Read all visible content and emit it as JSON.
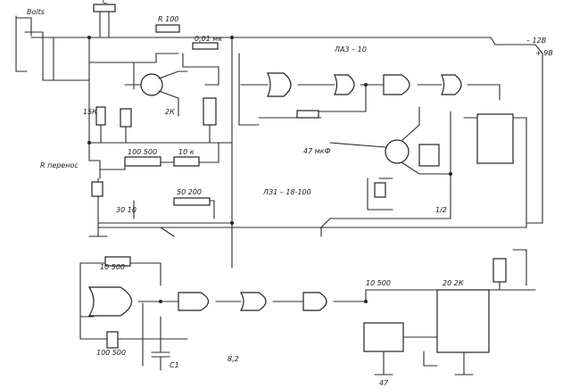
{
  "labels": {
    "top_left": "Bolts",
    "top_cap": "C",
    "r_top": "R 100",
    "r_top2": "0,01 мк",
    "ic_top": "ЛА3 – 10",
    "out_right": "– 12В",
    "out_right2": "+ 9В",
    "r_mid1": "15К",
    "r_mid2": "2К",
    "input_label": "R перенос",
    "r_low1": "100 500",
    "r_low2": "10 к",
    "r_low3": "30 10",
    "r_low4": "50 200",
    "ic_mid": "ЛЗ1 – 18-100",
    "cap_mid": "47 мкФ",
    "r_bot1": "10 500",
    "r_bot2": "20 2К",
    "r_bot3": "10 500",
    "r_bot4": "100 500",
    "c_bot": "C1",
    "gnd_bot": "47",
    "misc1": "1/2",
    "misc2": "8,2"
  },
  "colors": {
    "ink": "#2b2b2b",
    "paper": "#ffffff"
  }
}
